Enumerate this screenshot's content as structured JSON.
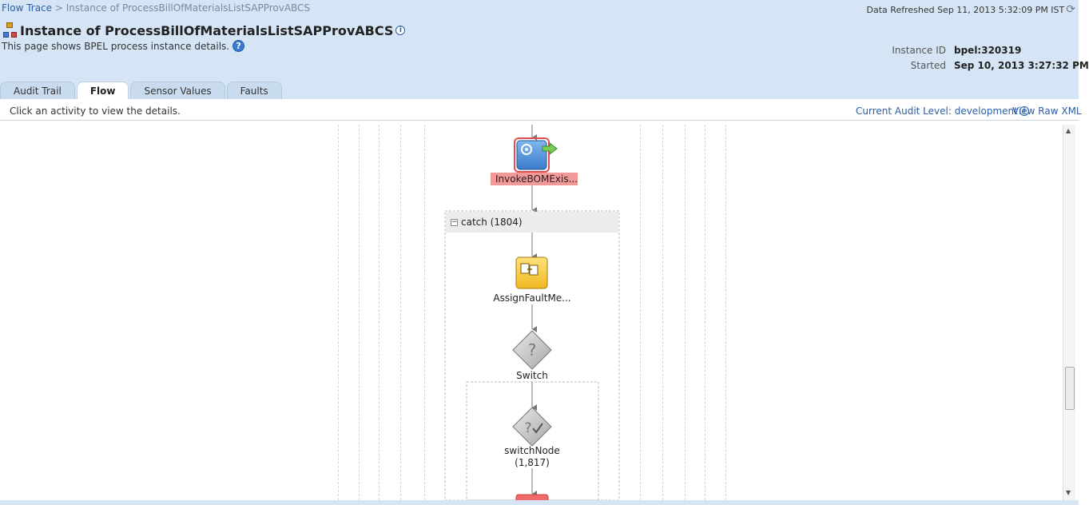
{
  "breadcrumb": {
    "root": "Flow Trace",
    "separator": ">",
    "current": "Instance of ProcessBillOfMaterialsListSAPProvABCS"
  },
  "refresh": {
    "text": "Data Refreshed Sep 11, 2013 5:32:09 PM IST",
    "icon": "refresh-icon"
  },
  "header": {
    "title": "Instance of ProcessBillOfMaterialsListSAPProvABCS",
    "description": "This page shows BPEL process instance details.",
    "instance_id_label": "Instance ID",
    "instance_id_value": "bpel:320319",
    "started_label": "Started",
    "started_value": "Sep 10, 2013 3:27:32 PM"
  },
  "tabs": [
    {
      "label": "Audit Trail",
      "active": false
    },
    {
      "label": "Flow",
      "active": true
    },
    {
      "label": "Sensor Values",
      "active": false
    },
    {
      "label": "Faults",
      "active": false
    }
  ],
  "toolbar": {
    "hint": "Click an activity to view the details.",
    "audit_level": "Current Audit Level: development",
    "raw_xml": "View Raw XML"
  },
  "flow": {
    "invoke": {
      "label": "InvokeBOMExis...",
      "icon": "invoke-icon",
      "status": "faulted"
    },
    "catch": {
      "label": "catch (1804)",
      "icon": "collapse-icon"
    },
    "assign": {
      "label": "AssignFaultMe...",
      "icon": "assign-icon"
    },
    "switch": {
      "label": "Switch",
      "icon": "switch-icon"
    },
    "switch_node": {
      "label": "switchNode",
      "sublabel": "(1,817)",
      "icon": "switch-node-icon"
    }
  },
  "colors": {
    "header_bg": "#d6e5f5",
    "link": "#2a5ea8",
    "fault_highlight": "#f29a9a",
    "invoke_blue": "#4a90d9",
    "assign_yellow": "#f2c230"
  }
}
